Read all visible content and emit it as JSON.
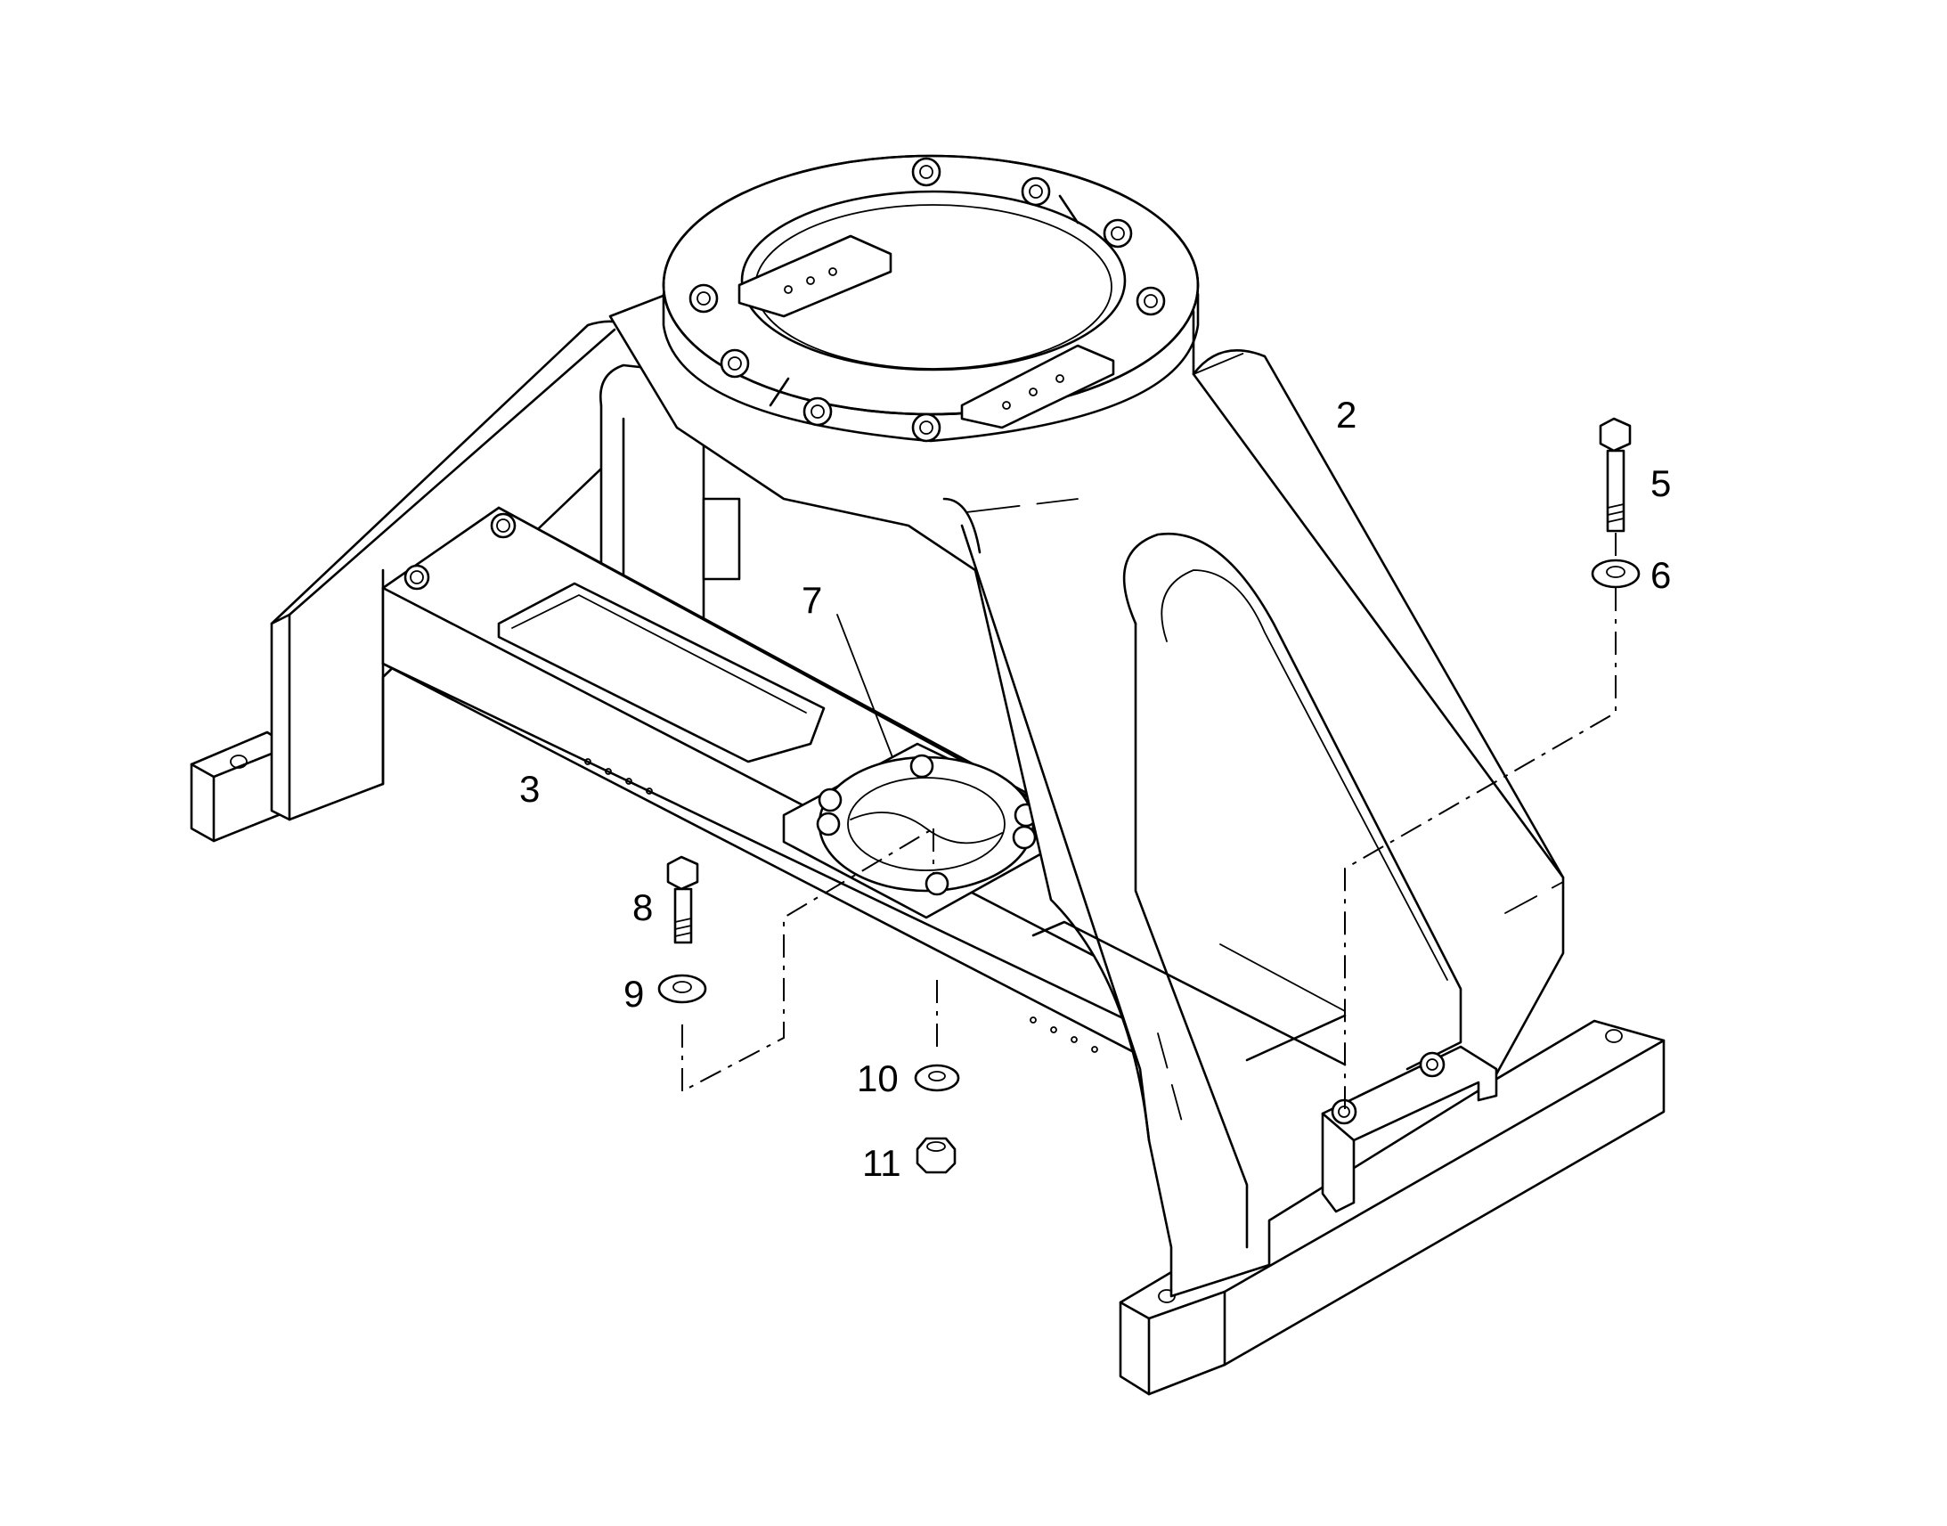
{
  "callouts": [
    {
      "id": "2",
      "text": "2"
    },
    {
      "id": "3",
      "text": "3"
    },
    {
      "id": "5",
      "text": "5"
    },
    {
      "id": "6",
      "text": "6"
    },
    {
      "id": "7",
      "text": "7"
    },
    {
      "id": "8",
      "text": "8"
    },
    {
      "id": "9",
      "text": "9"
    },
    {
      "id": "10",
      "text": "10"
    },
    {
      "id": "11",
      "text": "11"
    }
  ]
}
